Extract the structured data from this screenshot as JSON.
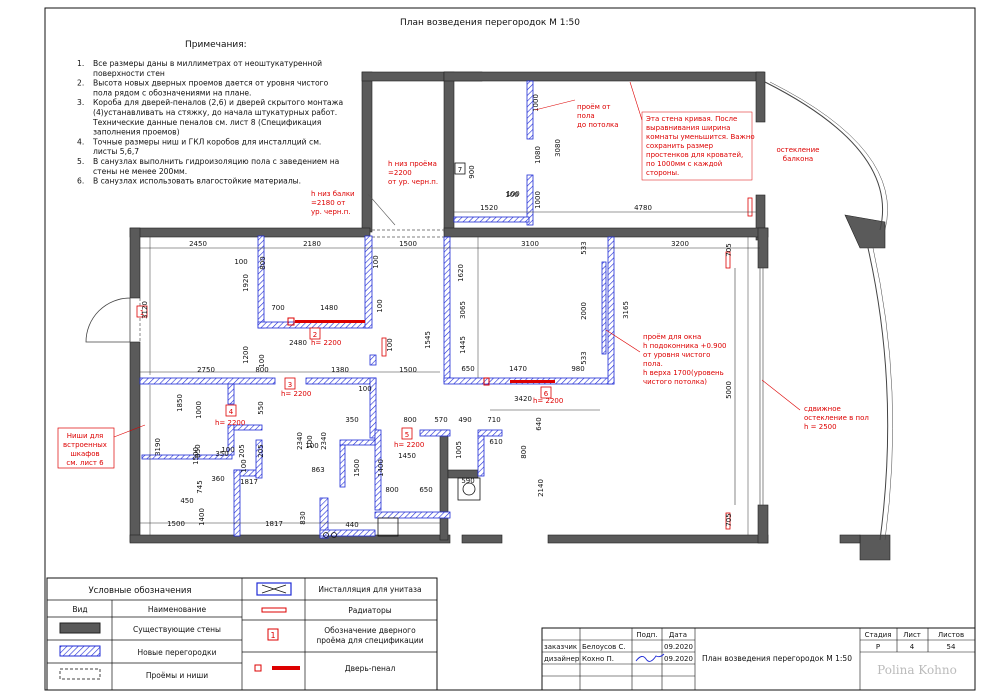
{
  "title": "План возведения перегородок  М 1:50",
  "notes": {
    "heading": "Примечания:",
    "items": [
      {
        "num": "1.",
        "lines": [
          "Все размеры даны в миллиметрах от неоштукатуренной",
          "поверхности стен"
        ]
      },
      {
        "num": "2.",
        "lines": [
          "Высота новых дверных проемов дается от уровня чистого",
          "пола рядом с обозначениями на плане."
        ]
      },
      {
        "num": "3.",
        "lines": [
          "Короба для дверей-пеналов (2,6) и дверей скрытого монтажа",
          "(4)устанавливать на стяжку, до начала штукатурных работ.",
          "Технические данные пеналов см. лист 8 (Спецификация",
          "заполнения проемов)"
        ]
      },
      {
        "num": "4.",
        "lines": [
          "Точные размеры ниш и ГКЛ коробов для инсталлций см.",
          "листы 5,6,7"
        ]
      },
      {
        "num": "5.",
        "lines": [
          "В санузлах выполнить гидроизоляцию пола с заведением на",
          "стены не менее 200мм."
        ]
      },
      {
        "num": "6.",
        "lines": [
          "В санузлах использовать влагостойкие материалы."
        ]
      }
    ]
  },
  "annotations": {
    "opening_to_ceiling": [
      "проём от",
      "пола",
      "до потолка"
    ],
    "curved_wall": [
      "Эта стена кривая. После",
      "выравнивания ширина",
      "комнаты уменьшится. Важно",
      "сохранить размер",
      "простенков для кроватей,",
      "по 1000мм с каждой",
      "стороны."
    ],
    "balcony_glazing": [
      "остекление",
      "балкона"
    ],
    "h_opening": [
      "h низ проёма",
      "=2200",
      "от ур. черн.п."
    ],
    "h_beam": [
      "h низ балки",
      "=2180 от",
      "ур. черн.п."
    ],
    "window_opening": [
      "проём для окна",
      "h подоконника +0.900",
      "от уровня чистого",
      "пола.",
      "h верха 1700(уровень",
      "чистого потолка)"
    ],
    "sliding_glazing": [
      "сдвижное",
      "остекление в пол",
      "h = 2500"
    ],
    "niches": [
      "Ниши для",
      "встроенных",
      "шкафов",
      "см. лист 6"
    ],
    "h2200": "h= 2200"
  },
  "door_tags": [
    "1",
    "2",
    "3",
    "4",
    "5",
    "6",
    "7"
  ],
  "dimensions": {
    "top": [
      "2450",
      "2180",
      "1500",
      "3100",
      "3200"
    ],
    "upper": [
      "1000",
      "1080",
      "3080",
      "1000",
      "100",
      "1520",
      "4780",
      "900"
    ],
    "vertical": [
      "3120",
      "1920",
      "1200",
      "3190",
      "705",
      "5000",
      "705",
      "1620",
      "3065",
      "1445",
      "1545",
      "3165",
      "2000",
      "533",
      "533",
      "2140",
      "2340",
      "2340",
      "1000",
      "1850",
      "1500",
      "1500",
      "1400",
      "1400",
      "830",
      "850",
      "800",
      "640",
      "1005",
      "745",
      "550",
      "205",
      "205",
      "800",
      "100",
      "100",
      "100",
      "100",
      "100",
      "100",
      "100",
      "200",
      "200",
      "200",
      "100"
    ],
    "mid": [
      "700",
      "1480",
      "2480",
      "2750",
      "800",
      "1380",
      "1500",
      "650",
      "1470",
      "980",
      "3420",
      "350",
      "800",
      "570",
      "490",
      "710",
      "610",
      "1450",
      "360",
      "450",
      "350",
      "1817",
      "1817",
      "1500",
      "863",
      "800",
      "650",
      "590",
      "440",
      "100",
      "100",
      "100",
      "100",
      "100"
    ]
  },
  "legend": {
    "title": "Условные обозначения",
    "col_view": "Вид",
    "col_name": "Наименование",
    "rows": [
      {
        "icon": "existing-wall",
        "label": "Существующие стены"
      },
      {
        "icon": "new-partition",
        "label": "Новые перегородки"
      },
      {
        "icon": "openings",
        "label": "Проёмы и ниши"
      }
    ],
    "right_rows": [
      {
        "icon": "toilet-installation",
        "label": "Инсталляция для унитаза"
      },
      {
        "icon": "radiator",
        "label": "Радиаторы"
      },
      {
        "icon": "door-tag",
        "label_lines": [
          "Обозначение дверного",
          "проёма для спецификации"
        ]
      },
      {
        "icon": "pocket-door",
        "label": "Дверь-пенал"
      }
    ]
  },
  "stamp": {
    "cols": [
      "Подп.",
      "Дата"
    ],
    "rows": [
      {
        "role": "заказчик",
        "name": "Белоусов С.",
        "date": "09.2020"
      },
      {
        "role": "дизайнер",
        "name": "Кохно П.",
        "date": "09.2020"
      }
    ],
    "sheet_title": "План возведения перегородок  М 1:50",
    "stage_label": "Стадия",
    "sheet_label": "Лист",
    "sheets_label": "Листов",
    "stage": "Р",
    "sheet": "4",
    "sheets": "54",
    "author": "Polina Kohno"
  },
  "colors": {
    "existing_wall": "#5a5a5a",
    "new_partition": "#1f2bd6",
    "annotation": "#dd0000",
    "line": "#111111"
  }
}
